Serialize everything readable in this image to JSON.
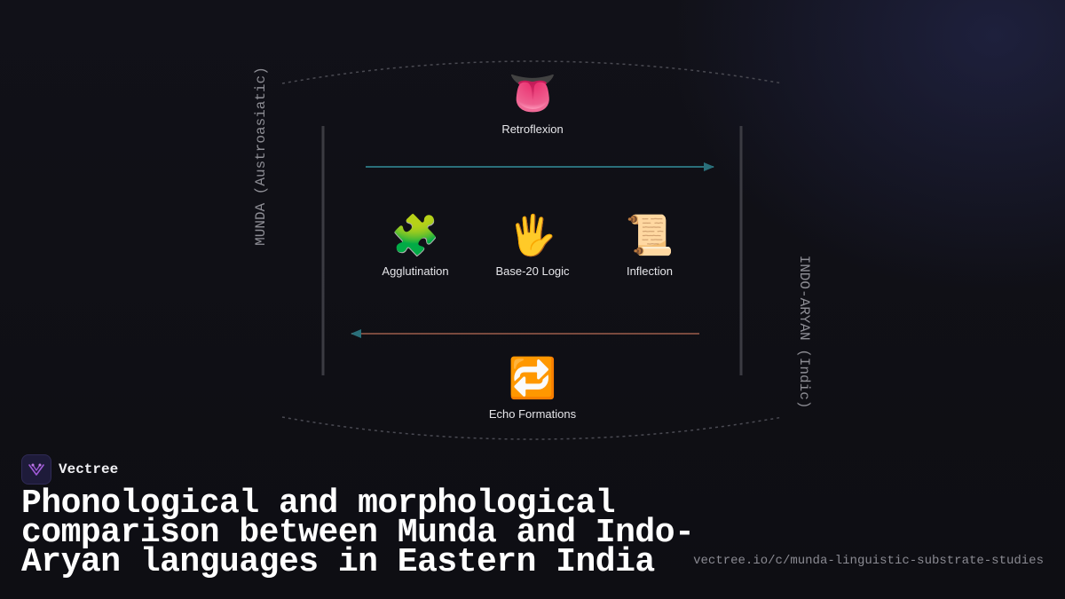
{
  "diagram": {
    "left_label": "MUNDA (Austroasiatic)",
    "right_label": "INDO-ARYAN (Indic)",
    "nodes": {
      "retroflexion": {
        "icon": "tongue-icon",
        "glyph": "👅",
        "label": "Retroflexion"
      },
      "agglutination": {
        "icon": "puzzle-piece-icon",
        "glyph": "🧩",
        "label": "Agglutination"
      },
      "base20": {
        "icon": "raised-hand-icon",
        "glyph": "🖐️",
        "label": "Base-20 Logic"
      },
      "inflection": {
        "icon": "scroll-icon",
        "glyph": "📜",
        "label": "Inflection"
      },
      "echo": {
        "icon": "repeat-arrows-icon",
        "glyph": "🔁",
        "label": "Echo Formations"
      }
    },
    "colors": {
      "arrow_forward": "#2a6f7a",
      "arrow_back_line": "#7a4a3e",
      "arrow_back_head": "#2a6f7a",
      "divider": "#3b3b42",
      "dashed_arc": "#4a4a52"
    }
  },
  "brand": {
    "name": "Vectree",
    "logo_icon": "vectree-logo-icon",
    "logo_color": "#a05ad8"
  },
  "footer": {
    "title": "Phonological and morphological comparison between Munda and Indo-Aryan languages in Eastern India",
    "url": "vectree.io/c/munda-linguistic-substrate-studies"
  }
}
